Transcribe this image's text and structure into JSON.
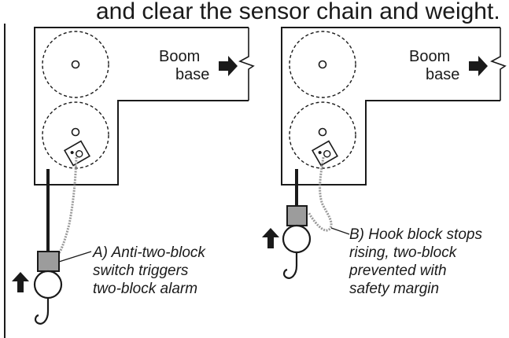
{
  "caption_fragment": "and clear the sensor chain and weight.",
  "panel_a": {
    "boom_label_line1": "Boom",
    "boom_label_line2": "base",
    "callout": [
      "A) Anti-two-block",
      "switch triggers",
      "two-block alarm"
    ]
  },
  "panel_b": {
    "boom_label_line1": "Boom",
    "boom_label_line2": "base",
    "callout": [
      "B) Hook block stops",
      "rising, two-block",
      "prevented with",
      "safety margin"
    ]
  },
  "colors": {
    "line": "#1a1a1a",
    "chain": "#9a9a9a",
    "switch": "#9c9c9c",
    "background": "#ffffff"
  },
  "icons": [
    "right-arrow-icon",
    "up-arrow-icon",
    "hook-icon",
    "chain-icon",
    "switch-icon",
    "sheave-icon"
  ]
}
